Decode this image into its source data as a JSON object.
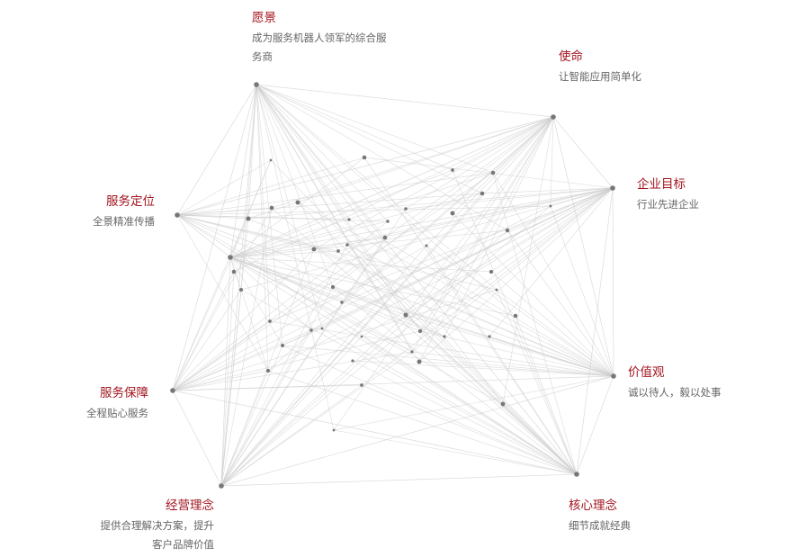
{
  "nodes": [
    {
      "title": "愿景",
      "desc": [
        "成为服务机器人领军的综合服",
        "务商"
      ]
    },
    {
      "title": "使命",
      "desc": [
        "让智能应用简单化"
      ]
    },
    {
      "title": "企业目标",
      "desc": [
        "行业先进企业"
      ]
    },
    {
      "title": "服务定位",
      "desc": [
        "全景精准传播"
      ]
    },
    {
      "title": "价值观",
      "desc": [
        "诚以待人，毅以处事"
      ]
    },
    {
      "title": "服务保障",
      "desc": [
        "全程贴心服务"
      ]
    },
    {
      "title": "经营理念",
      "desc": [
        "提供合理解决方案，提升",
        "客户品牌价值"
      ]
    },
    {
      "title": "核心理念",
      "desc": [
        "细节成就经典"
      ]
    }
  ],
  "colors": {
    "title": "#a3151f",
    "desc": "#666666",
    "line": "#cccccc",
    "node": "#777777"
  }
}
